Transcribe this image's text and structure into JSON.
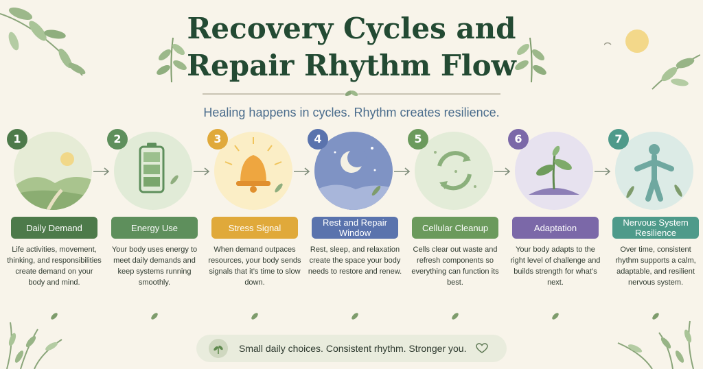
{
  "title": {
    "line1": "Recovery Cycles and",
    "line2": "Repair Rhythm Flow"
  },
  "subtitle": "Healing happens in cycles. Rhythm creates resilience.",
  "steps": [
    {
      "number": "1",
      "label": "Daily Demand",
      "description": "Life activities, movement, thinking, and responsibilities create demand on your body and mind.",
      "color": "#4d7a4a",
      "icon": "hills-sun-icon"
    },
    {
      "number": "2",
      "label": "Energy Use",
      "description": "Your body uses energy to meet daily demands and keep systems running smoothly.",
      "color": "#5e8f5c",
      "icon": "battery-icon"
    },
    {
      "number": "3",
      "label": "Stress Signal",
      "description": "When demand outpaces resources, your body sends signals that it’s time to slow down.",
      "color": "#e0a93a",
      "icon": "bell-icon"
    },
    {
      "number": "4",
      "label": "Rest and Repair Window",
      "description": "Rest, sleep, and relaxation create the space your body needs to restore and renew.",
      "color": "#5a73ad",
      "icon": "moon-icon"
    },
    {
      "number": "5",
      "label": "Cellular Cleanup",
      "description": "Cells clear out waste and refresh components so everything can function its best.",
      "color": "#6b9a5c",
      "icon": "recycle-icon"
    },
    {
      "number": "6",
      "label": "Adaptation",
      "description": "Your body adapts to the right level of challenge and builds strength for what’s next.",
      "color": "#7b68a8",
      "icon": "sprout-icon"
    },
    {
      "number": "7",
      "label": "Nervous System Resilience",
      "description": "Over time, consistent rhythm supports a calm, adaptable, and resilient nervous system.",
      "color": "#4e9a8a",
      "icon": "person-icon"
    }
  ],
  "footer": {
    "text": "Small daily choices. Consistent rhythm. Stronger you.",
    "icon": "leaf-icon",
    "end_icon": "heart-icon"
  }
}
